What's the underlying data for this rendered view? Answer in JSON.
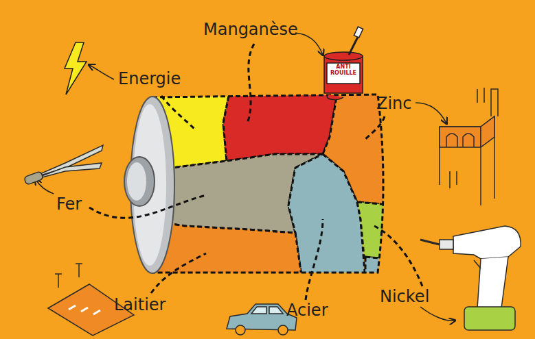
{
  "diagram": {
    "labels": [
      "Energie",
      "Manganèse",
      "Zinc",
      "Fer",
      "Laitier",
      "Acier",
      "Nickel",
      "ANTI ROUILLE"
    ]
  }
}
